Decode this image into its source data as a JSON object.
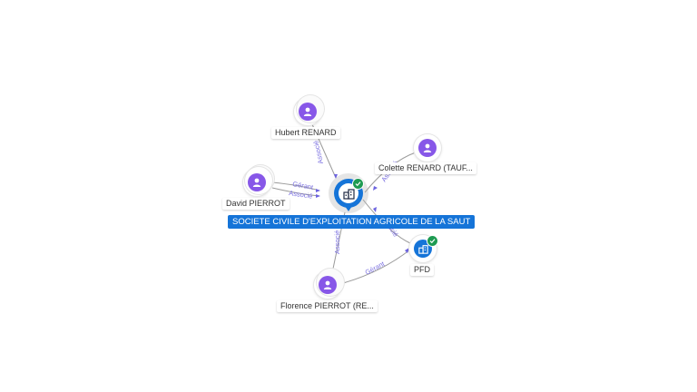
{
  "main_entity": {
    "label": "SOCIETE CIVILE D'EXPLOITATION AGRICOLE DE LA SAUT",
    "icon": "building-icon",
    "verified_icon": "check-icon"
  },
  "nodes": {
    "hubert": {
      "label": "Hubert RENARD",
      "icon": "person-icon"
    },
    "colette": {
      "label": "Colette RENARD (TAUF...",
      "icon": "person-icon"
    },
    "david": {
      "label": "David PIERROT",
      "icon": "person-icon"
    },
    "florence": {
      "label": "Florence PIERROT (RE...",
      "icon": "person-icon"
    },
    "pfd": {
      "label": "PFD",
      "icon": "building-icon",
      "verified_icon": "check-icon"
    }
  },
  "edge_labels": {
    "hubert": "Associé",
    "colette": "Associé",
    "david_1": "Gérant",
    "david_2": "Associé",
    "florence": "Associé",
    "pfd": "Associé",
    "florence_pfd": "Gérant"
  },
  "colors": {
    "person": "#8757e8",
    "company": "#1574d8",
    "verified": "#1e9b52",
    "edge_label": "#7a6fe0"
  }
}
